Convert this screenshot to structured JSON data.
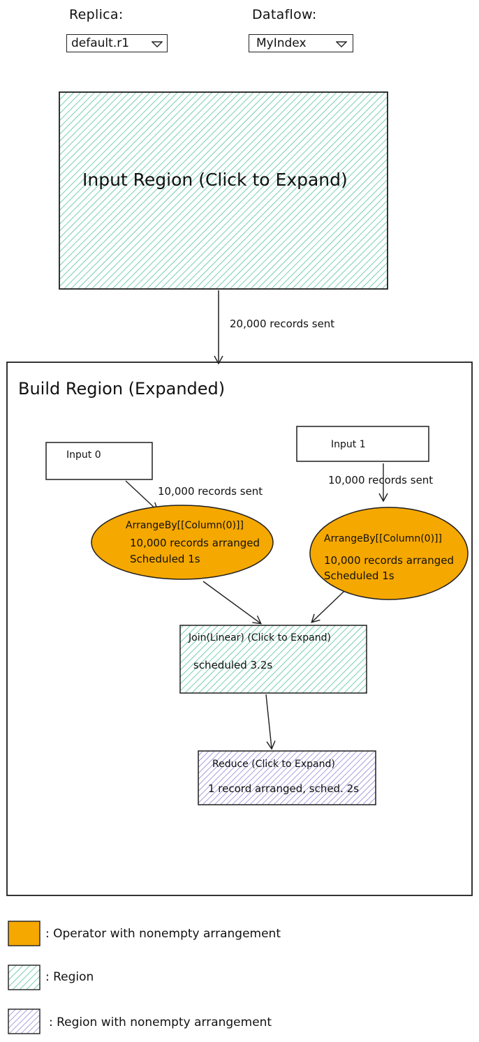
{
  "controls": {
    "replica": {
      "label": "Replica:",
      "value": "default.r1",
      "icon": "chevron-down-icon"
    },
    "dataflow": {
      "label": "Dataflow:",
      "value": "MyIndex",
      "icon": "chevron-down-icon"
    }
  },
  "input_region": {
    "label": "Input Region (Click to Expand)",
    "edge_label": "20,000 records sent"
  },
  "build_region": {
    "title": "Build Region (Expanded)",
    "input0": {
      "label": "Input 0",
      "edge_label": "10,000 records sent"
    },
    "input1": {
      "label": "Input 1",
      "edge_label": "10,000 records sent"
    },
    "arrange0": {
      "title": "ArrangeBy[[Column(0)]]",
      "records": "10,000 records arranged",
      "scheduled": "Scheduled 1s"
    },
    "arrange1": {
      "title": "ArrangeBy[[Column(0)]]",
      "records": "10,000 records arranged",
      "scheduled": "Scheduled 1s"
    },
    "join": {
      "title": "Join(Linear) (Click to Expand)",
      "scheduled": "scheduled 3.2s"
    },
    "reduce": {
      "title": "Reduce (Click to Expand)",
      "detail": "1 record arranged, sched. 2s"
    }
  },
  "legend": [
    {
      "label": ": Operator with nonempty arrangement",
      "color": "#f5a800"
    },
    {
      "label": ": Region",
      "color": "#b3e6d2"
    },
    {
      "label": ": Region with nonempty arrangement",
      "color": "#c9c2ef"
    }
  ],
  "colors": {
    "operator": "#f5a800",
    "region_hatch": "#53c39a",
    "arranged_region_hatch": "#8b7fd6",
    "stroke": "#1e1e1e"
  }
}
